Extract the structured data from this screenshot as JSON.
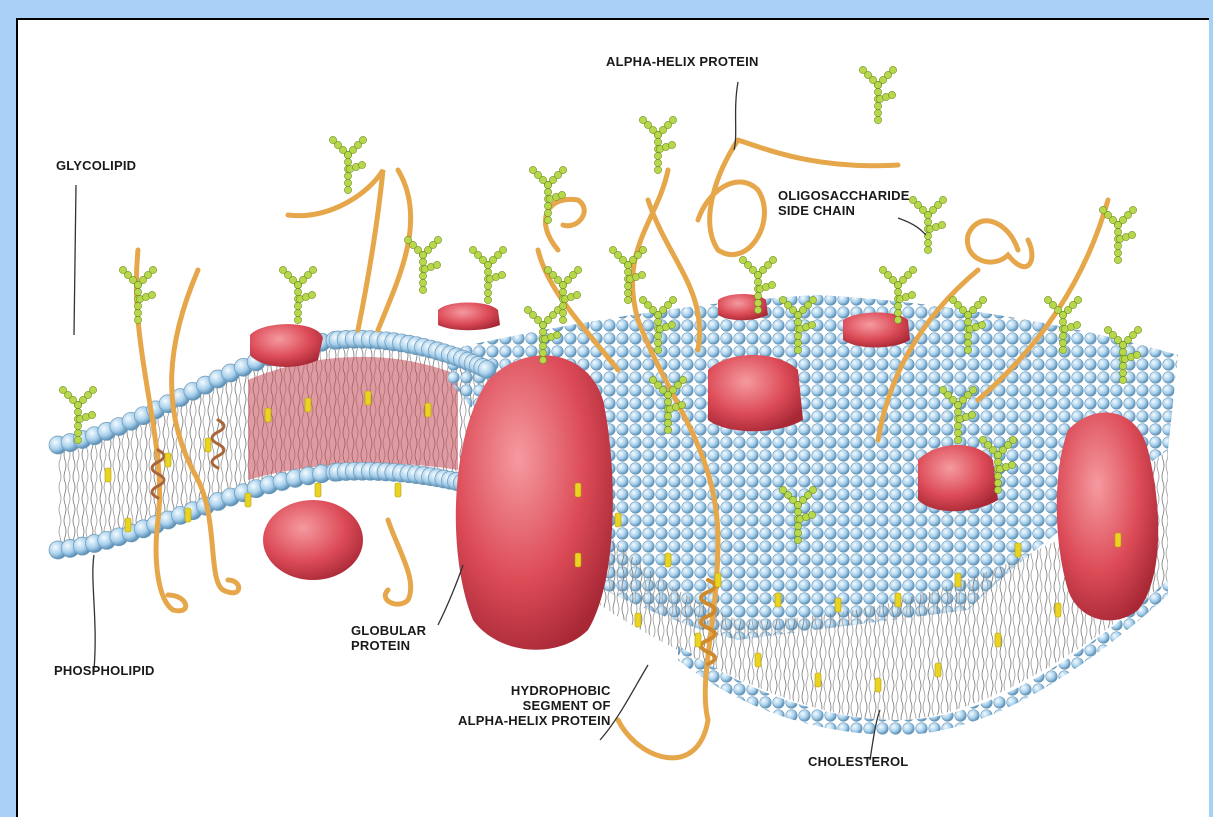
{
  "labels": {
    "glycolipid": "GLYCOLIPID",
    "phospholipid": "PHOSPHOLIPID",
    "alpha_helix_protein": "ALPHA-HELIX PROTEIN",
    "oligosaccharide_side_chain": [
      "OLIGOSACCHARIDE",
      "SIDE CHAIN"
    ],
    "globular_protein": [
      "GLOBULAR",
      "PROTEIN"
    ],
    "hydrophobic_segment": [
      "HYDROPHOBIC",
      "SEGMENT OF",
      "ALPHA-HELIX PROTEIN"
    ],
    "cholesterol": "CHOLESTEROL"
  },
  "colors": {
    "background": "#a9d0f7",
    "panel": "#ffffff",
    "phospholipid_head": "#b9dcef",
    "protein": "#e0545e",
    "protein_chain": "#e6a64a",
    "sugar": "#b6d84a",
    "cholesterol": "#e9d51f"
  }
}
